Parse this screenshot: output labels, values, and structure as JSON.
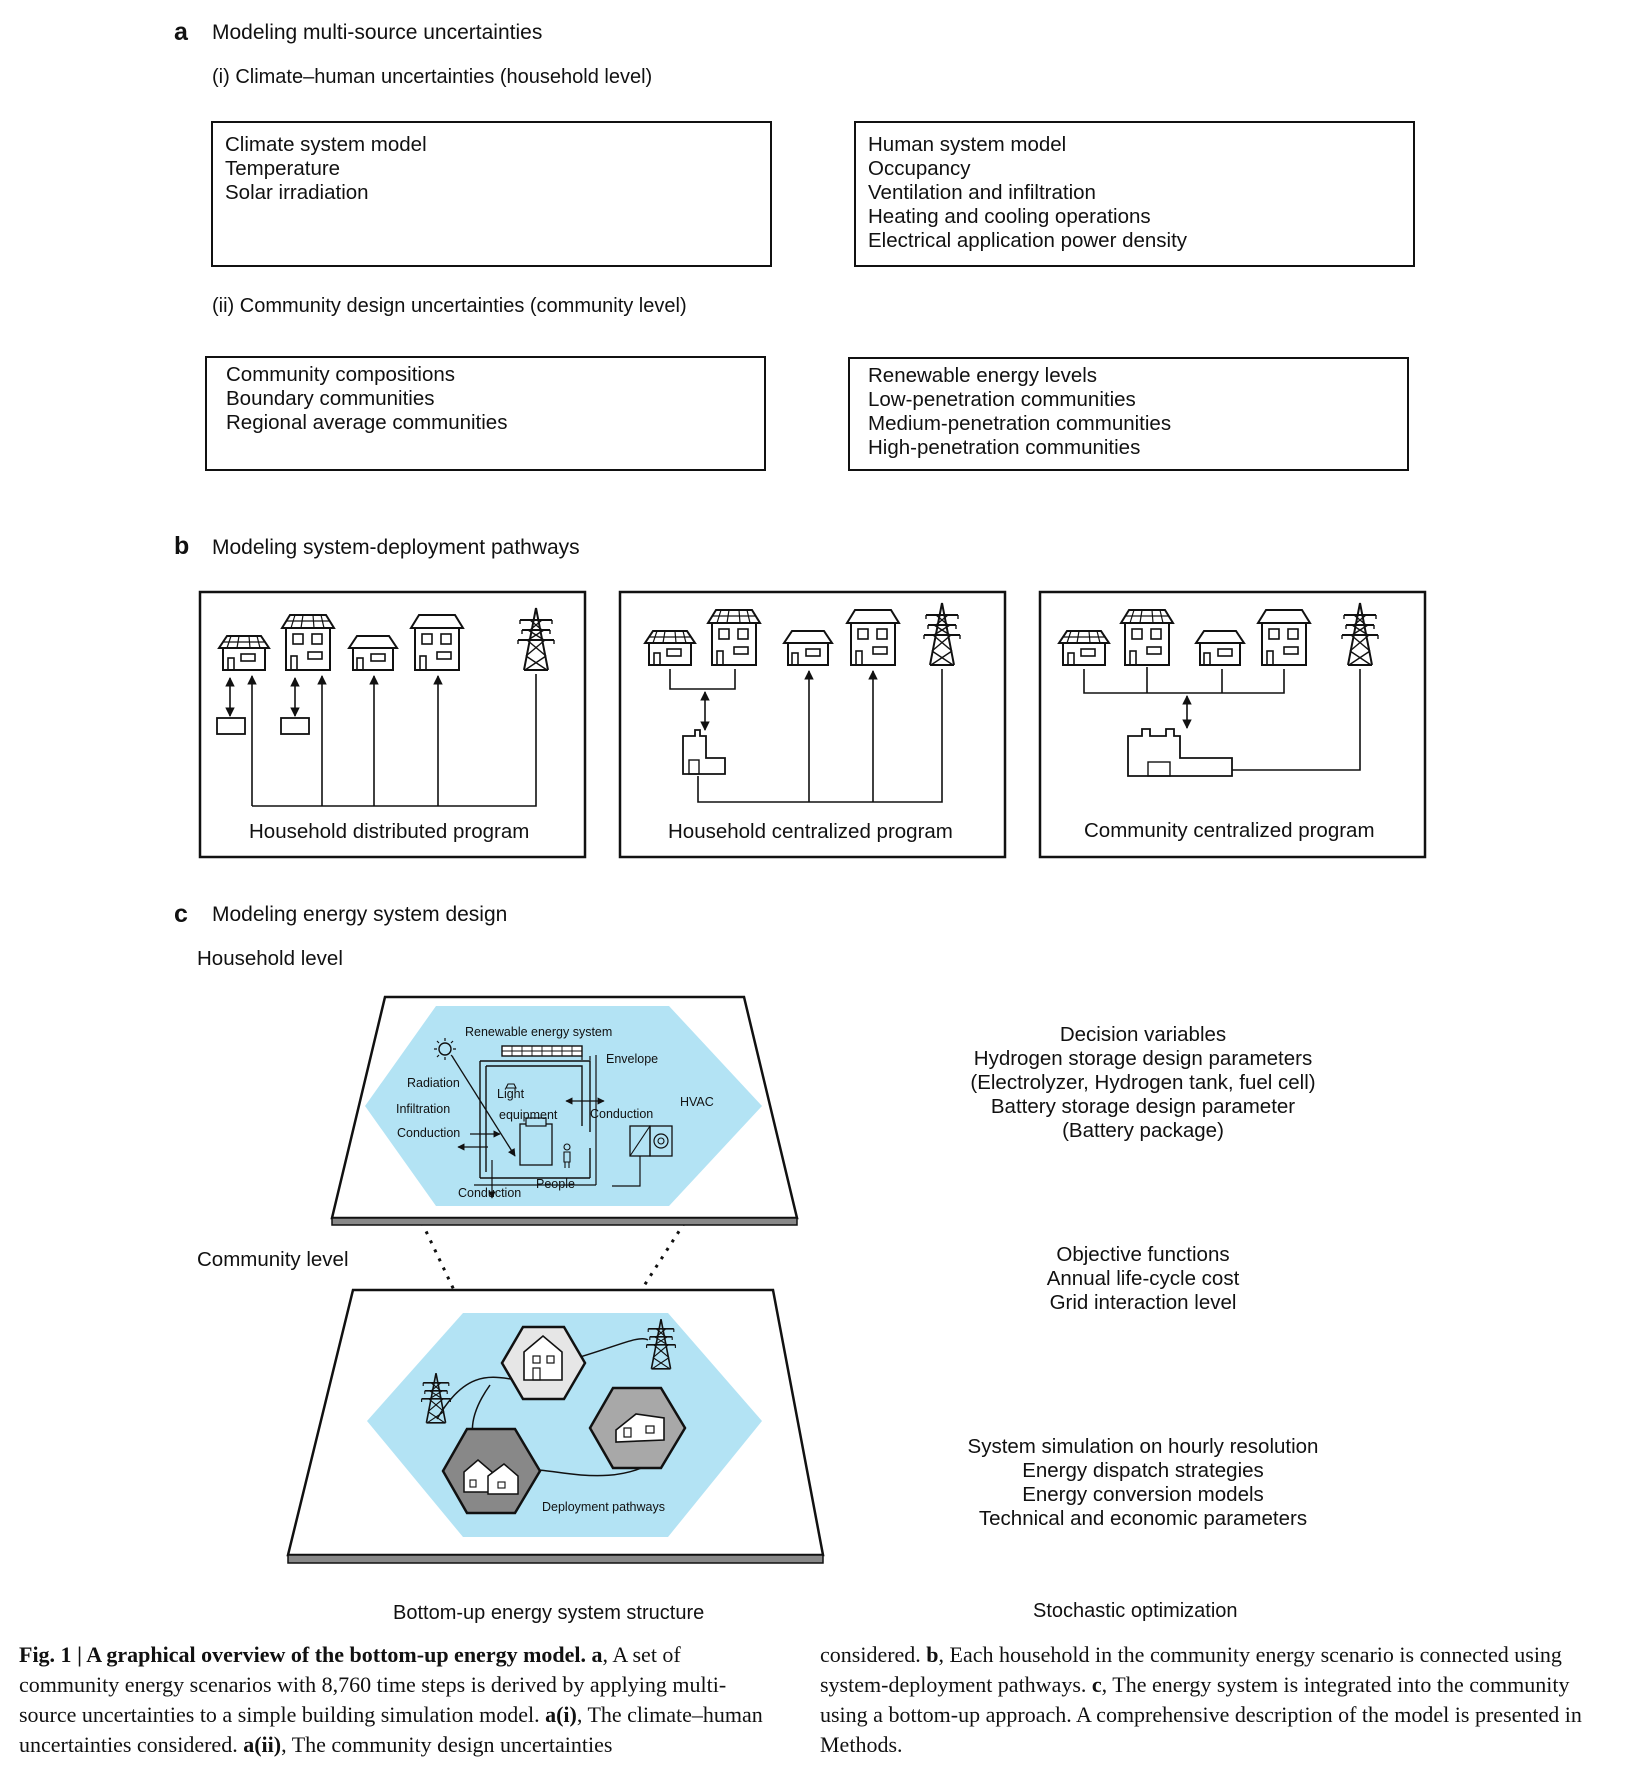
{
  "panel_a": {
    "letter": "a",
    "title": "Modeling multi-source uncertainties",
    "sub_i": "(i) Climate–human uncertainties (household level)",
    "sub_ii": "(ii) Community design uncertainties (community level)",
    "boxes": [
      {
        "lines": [
          "Climate system model",
          "Temperature",
          "Solar irradiation"
        ]
      },
      {
        "lines": [
          "Human system model",
          "Occupancy",
          "Ventilation and infiltration",
          "Heating and cooling operations",
          "Electrical application power density"
        ]
      },
      {
        "lines": [
          "Community compositions",
          "Boundary communities",
          "Regional average communities"
        ]
      },
      {
        "lines": [
          "Renewable energy levels",
          "Low-penetration communities",
          "Medium-penetration communities",
          "High-penetration communities"
        ]
      }
    ]
  },
  "panel_b": {
    "letter": "b",
    "title": "Modeling system-deployment pathways",
    "programs": [
      "Household distributed program",
      "Household centralized program",
      "Community centralized program"
    ]
  },
  "panel_c": {
    "letter": "c",
    "title": "Modeling energy system design",
    "household_level": "Household level",
    "community_level": "Community level",
    "diagram_labels": {
      "renewable": "Renewable energy system",
      "envelope": "Envelope",
      "radiation": "Radiation",
      "infiltration": "Infiltration",
      "conduction": "Conduction",
      "light": "Light",
      "equipment": "equipment",
      "conduction2": "Conduction",
      "hvac": "HVAC",
      "people": "People",
      "conduction3": "Conduction",
      "deployment": "Deployment pathways"
    },
    "decision": [
      "Decision variables",
      "Hydrogen storage design parameters",
      "(Electrolyzer, Hydrogen tank, fuel cell)",
      "Battery storage design parameter",
      "(Battery package)"
    ],
    "objectives": [
      "Objective functions",
      "Annual life-cycle cost",
      "Grid interaction level"
    ],
    "simulation": [
      "System simulation on hourly resolution",
      "Energy dispatch strategies",
      "Energy conversion models",
      "Technical and economic parameters"
    ],
    "bottom_left": "Bottom-up energy system structure",
    "bottom_right": "Stochastic optimization"
  },
  "caption": {
    "fig": "Fig. 1",
    "sep": " | ",
    "title": "A graphical overview of the bottom-up energy model.",
    "a": "a",
    "t1": ", A set of community energy scenarios with 8,760 time steps is derived by applying multi-source uncertainties to a simple building simulation model. ",
    "ai": "a(i)",
    "t2": ", The climate–human uncertainties considered. ",
    "aii": "a(ii)",
    "t3": ", The community design uncertainties considered. ",
    "b": "b",
    "t4": ", Each household in the community energy scenario is connected using system-deployment pathways. ",
    "c": "c",
    "t5": ", The energy system is integrated into the community using a bottom-up approach. A comprehensive description of the model is presented in Methods."
  },
  "colors": {
    "hex_fill": "#b3e3f4",
    "ink": "#111111",
    "house_light": "#e6e6e6",
    "house_mid": "#a8a8a8",
    "house_dark": "#888888"
  }
}
